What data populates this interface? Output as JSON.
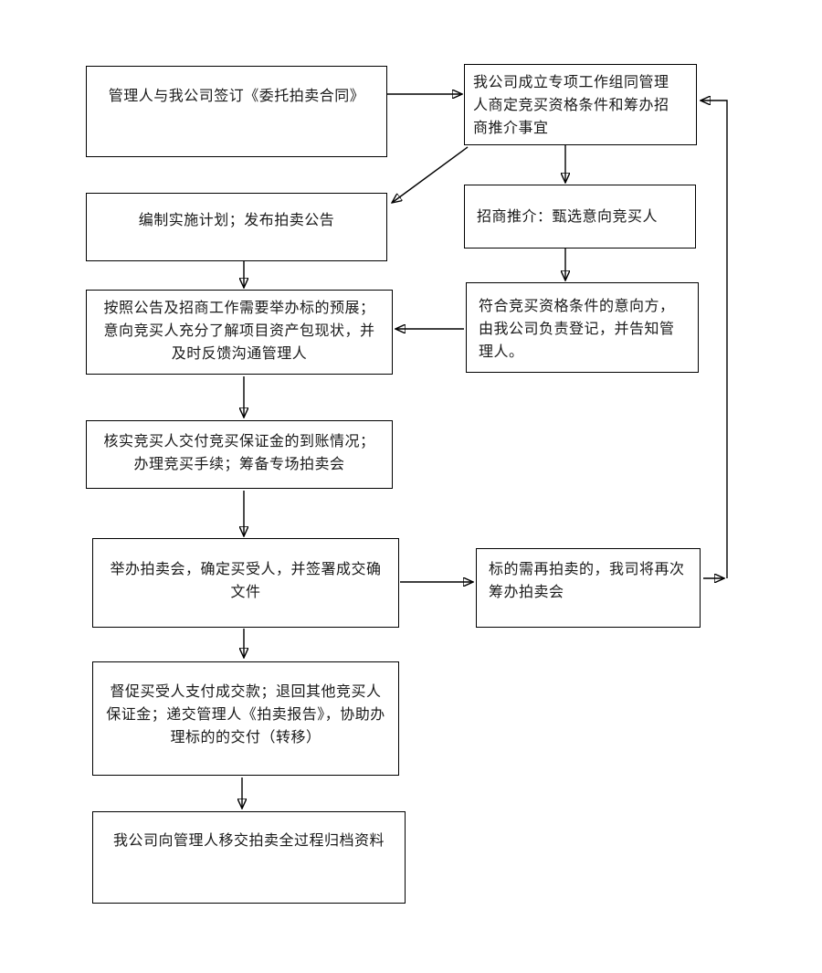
{
  "diagram": {
    "kind": "flowchart",
    "language": "zh-CN",
    "colors": {
      "background": "#ffffff",
      "box_border": "#000000",
      "box_fill": "#ffffff",
      "text": "#1a1a1a",
      "arrow": "#000000"
    },
    "nodes": {
      "sign_contract": {
        "text": "管理人与我公司签订《委托拍卖合同》"
      },
      "working_group": {
        "text": "我公司成立专项工作组同管理\n人商定竞买资格条件和筹办招\n商推介事宜"
      },
      "make_plan": {
        "text": "编制实施计划；发布拍卖公告"
      },
      "promotion": {
        "text": "招商推介：甄选意向竞买人"
      },
      "preview": {
        "text": "按照公告及招商工作需要举办标的预展；\n意向竞买人充分了解项目资产包现状，并\n及时反馈沟通管理人"
      },
      "register": {
        "text": "符合竞买资格条件的意向方，\n由我公司负责登记，并告知管\n理人。"
      },
      "verify_deposit": {
        "text": "核实竞买人交付竞买保证金的到账情况；\n办理竞买手续；筹备专场拍卖会"
      },
      "hold_auction": {
        "text": "举办拍卖会，确定买受人，并签署成交确\n文件"
      },
      "re_auction": {
        "text": "标的需再拍卖的，我司将再次\n筹办拍卖会"
      },
      "urge_payment": {
        "text": "督促买受人支付成交款；退回其他竞买人\n保证金；递交管理人《拍卖报告》，协助办\n理标的的交付（转移）"
      },
      "archive": {
        "text": "我公司向管理人移交拍卖全过程归档资料"
      }
    },
    "edges": [
      {
        "from": "sign_contract",
        "to": "working_group"
      },
      {
        "from": "working_group",
        "to": "make_plan"
      },
      {
        "from": "working_group",
        "to": "promotion"
      },
      {
        "from": "make_plan",
        "to": "preview"
      },
      {
        "from": "promotion",
        "to": "register"
      },
      {
        "from": "register",
        "to": "preview"
      },
      {
        "from": "preview",
        "to": "verify_deposit"
      },
      {
        "from": "verify_deposit",
        "to": "hold_auction"
      },
      {
        "from": "hold_auction",
        "to": "re_auction"
      },
      {
        "from": "re_auction",
        "to": "working_group"
      },
      {
        "from": "hold_auction",
        "to": "urge_payment"
      },
      {
        "from": "urge_payment",
        "to": "archive"
      }
    ]
  }
}
